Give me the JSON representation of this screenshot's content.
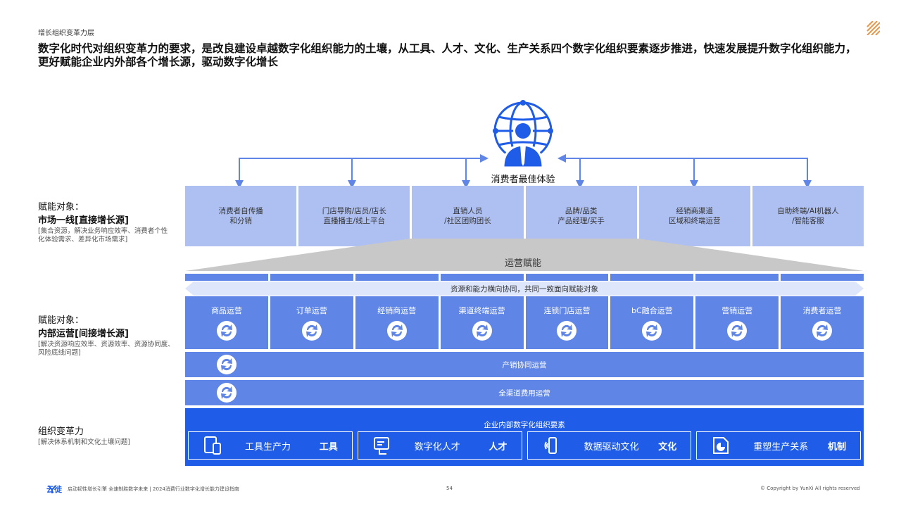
{
  "section_tag": "增长组织变革力层",
  "headline": "数字化时代对组织变革力的要求，是改良建设卓越数字化组织能力的土壤，从工具、人才、文化、生产关系四个数字化组织要素逐步推进，快速发展提升数字化组织能力，更好赋能企业内外部各个增长源，驱动数字化增长",
  "hub": {
    "label": "消费者最佳体验",
    "icon": "globe-person-icon"
  },
  "left_labels": {
    "market": {
      "line1": "赋能对象：",
      "line2": "市场一线[直接增长源]",
      "line3": "[集合资源，解决业务响应效率、消费者个性化体验需求、差异化市场需求]"
    },
    "internal": {
      "line1": "赋能对象：",
      "line2": "内部运营[间接增长源]",
      "line3": "[解决资源响应效率、资源效率、资源协同度、风险底线问题]"
    },
    "org": {
      "line1": "组织变革力",
      "line3": "[解决体系机制和文化土壤问题]"
    }
  },
  "market_cells": [
    [
      "消费者自传播",
      "和分销"
    ],
    [
      "门店导购/店员/店长",
      "直播播主/线上平台"
    ],
    [
      "直销人员",
      "/社区团购团长"
    ],
    [
      "品牌/品类",
      "产品经理/买手"
    ],
    [
      "经销商渠道",
      "区域和终端运营"
    ],
    [
      "自助终端/AI机器人",
      "/智能客服"
    ]
  ],
  "ops_label": "运营赋能",
  "ribbon_label": "资源和能力横向协同，共同一致面向赋能对象",
  "ops_units": [
    "商品运营",
    "订单运营",
    "经销商运营",
    "渠道终端运营",
    "连锁门店运营",
    "bC融合运营",
    "营销运营",
    "消费者运营"
  ],
  "bands": [
    "产销协同运营",
    "全渠道费用运营"
  ],
  "org": {
    "title": "企业内部数字化组织要素",
    "cards": [
      {
        "label": "工具生产力",
        "tag": "工具",
        "icon": "devices-icon"
      },
      {
        "label": "数字化人才",
        "tag": "人才",
        "icon": "talent-card-icon"
      },
      {
        "label": "数据驱动文化",
        "tag": "文化",
        "icon": "signal-phone-icon"
      },
      {
        "label": "重塑生产关系",
        "tag": "机制",
        "icon": "pie-report-icon"
      }
    ]
  },
  "footer": {
    "brand": "云徙",
    "text": "启动韧性增长引擎 全速制胜数字未来 | 2024消费行业数字化增长能力建设指南",
    "page": "54",
    "copyright": "© Copyright by YunXi All rights reserved"
  },
  "colors": {
    "primary": "#1f5ce8",
    "mid": "#5f85e6",
    "light": "#aec0f1",
    "accent": "#e8964a"
  }
}
